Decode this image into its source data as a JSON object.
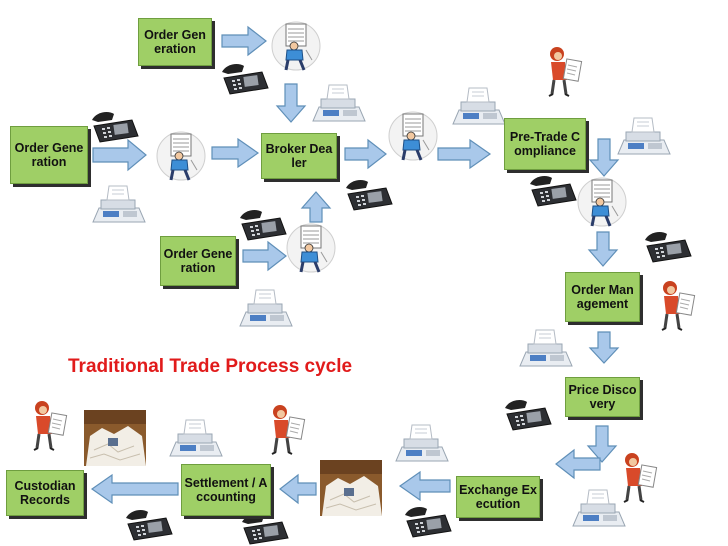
{
  "diagram": {
    "title": "Traditional Trade Process cycle",
    "boxes": {
      "order_generation_top": "Order Generation",
      "order_generation_left": "Order Generation",
      "order_generation_mid": "Order Generation",
      "broker_dealer": "Broker Dealer",
      "pre_trade_compliance": "Pre-Trade Compliance",
      "order_management": "Order Management",
      "price_discovery": "Price Discovery",
      "exchange_execution": "Exchange Execution",
      "settlement_accounting": "Settlement / Accounting",
      "custodian_records": "Custodian Records"
    },
    "colors": {
      "box_fill": "#9fcf66",
      "arrow_fill": "#a9c8ea",
      "arrow_stroke": "#5f8fb8",
      "title": "#e11b1b"
    },
    "icons": [
      "fax-machine-icon",
      "desk-phone-icon",
      "paper-stack-worker-icon",
      "clerk-with-papers-icon",
      "document-pile-photo"
    ]
  }
}
